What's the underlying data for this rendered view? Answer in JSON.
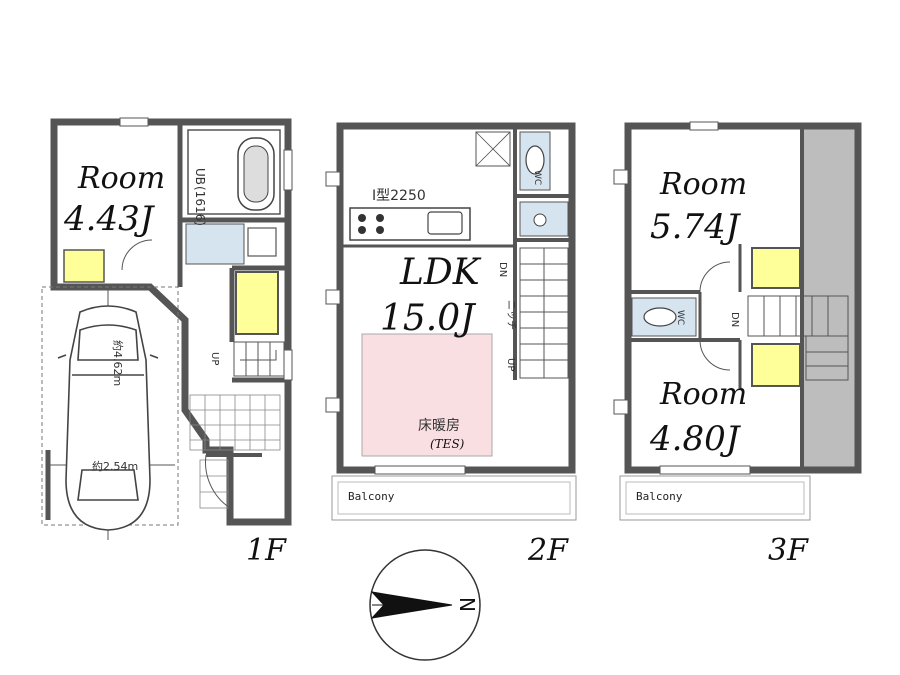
{
  "floor1": {
    "floor_label": "1F",
    "room_label": "Room",
    "room_size": "4.43J",
    "bath_label": "UB",
    "bath_size": "(1616)",
    "up_label": "UP",
    "car_length": "約4.62m",
    "car_width": "約2.54m"
  },
  "floor2": {
    "floor_label": "2F",
    "ldk_label": "LDK",
    "ldk_size": "15.0J",
    "kitchen_label": "I型2250",
    "heating_label": "床暖房",
    "heating_sub": "(TES)",
    "balcony_label": "Balcony",
    "wc_label": "WC",
    "dn_label": "DN",
    "up_label": "UP",
    "niche_label": "ニッチ"
  },
  "floor3": {
    "floor_label": "3F",
    "room1_label": "Room",
    "room1_size": "5.74J",
    "room2_label": "Room",
    "room2_size": "4.80J",
    "balcony_label": "Balcony",
    "wc_label": "WC",
    "dn_label": "DN"
  },
  "compass": {
    "north_label": "N"
  },
  "colors": {
    "wall": "#555555",
    "storage": "#ffff99",
    "wet": "#d6e4f0",
    "heating": "#f9dfe1",
    "void": "#bdbdbd"
  }
}
